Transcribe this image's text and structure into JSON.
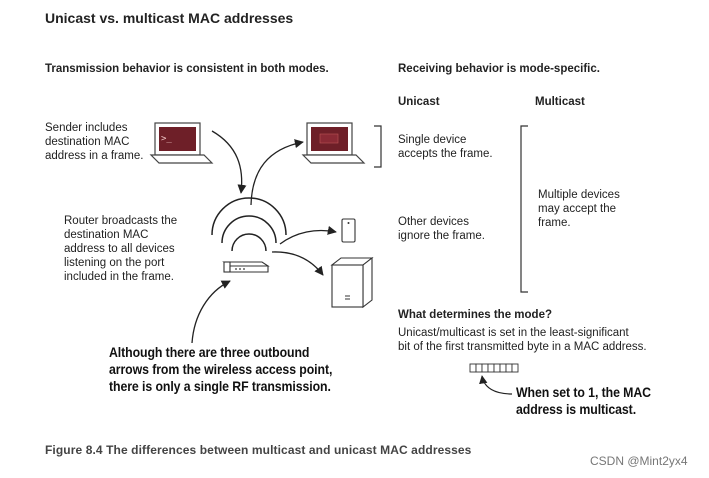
{
  "title": "Unicast vs. multicast MAC addresses",
  "left_header": "Transmission behavior is consistent in both modes.",
  "right_header": "Receiving behavior is mode-specific.",
  "col_unicast": "Unicast",
  "col_multicast": "Multicast",
  "sender_text": [
    "Sender includes",
    "destination MAC",
    "address in a frame."
  ],
  "router_text": [
    "Router broadcasts the",
    "destination MAC",
    "address to all devices",
    "listening on the port",
    "included in the frame."
  ],
  "unicast_accept": [
    "Single device",
    "accepts the frame."
  ],
  "unicast_ignore": [
    "Other devices",
    "ignore the frame."
  ],
  "multicast_accept": [
    "Multiple devices",
    "may accept the",
    "frame."
  ],
  "mode_header": "What determines the mode?",
  "mode_text": [
    "Unicast/multicast is set in the least-significant",
    "bit of the first transmitted byte in a MAC address."
  ],
  "callout_rf": [
    "Although there are three outbound",
    "arrows from the wireless access point,",
    "there is only a single RF transmission."
  ],
  "callout_bit": [
    "When set to 1, the MAC",
    "address is multicast."
  ],
  "caption": "Figure 8.4   The differences between multicast and unicast MAC addresses",
  "watermark": "CSDN @Mint2yx4",
  "terminal_prompt": ">_",
  "colors": {
    "screen": "#6e1f28",
    "device": "#555555",
    "text": "#222222"
  }
}
